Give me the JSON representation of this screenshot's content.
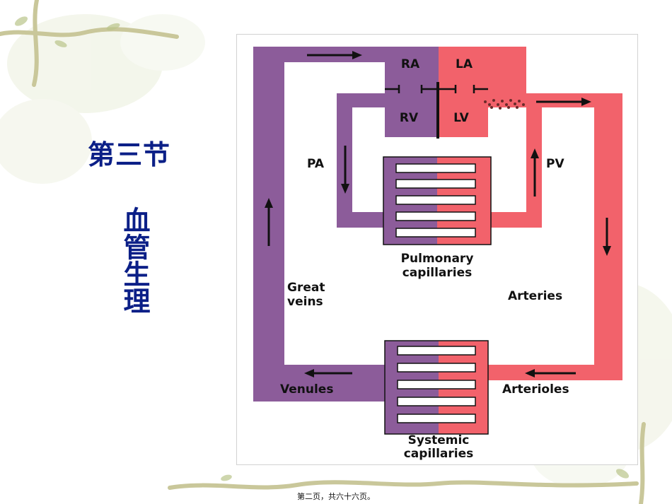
{
  "slide": {
    "title": "第三节",
    "subtitle": "血管生理",
    "footer": "第二页，共六十六页。"
  },
  "diagram": {
    "chambers": {
      "ra": "RA",
      "la": "LA",
      "rv": "RV",
      "lv": "LV"
    },
    "labels": {
      "pa": "PA",
      "pv": "PV",
      "pulmonary_line1": "Pulmonary",
      "pulmonary_line2": "capillaries",
      "great_veins_line1": "Great",
      "great_veins_line2": "veins",
      "arteries": "Arteries",
      "venules": "Venules",
      "arterioles": "Arterioles",
      "systemic_line1": "Systemic",
      "systemic_line2": "capillaries"
    },
    "colors": {
      "deoxygenated": "#8c5c9a",
      "oxygenated": "#f2626b",
      "title": "#0b1f87"
    }
  }
}
